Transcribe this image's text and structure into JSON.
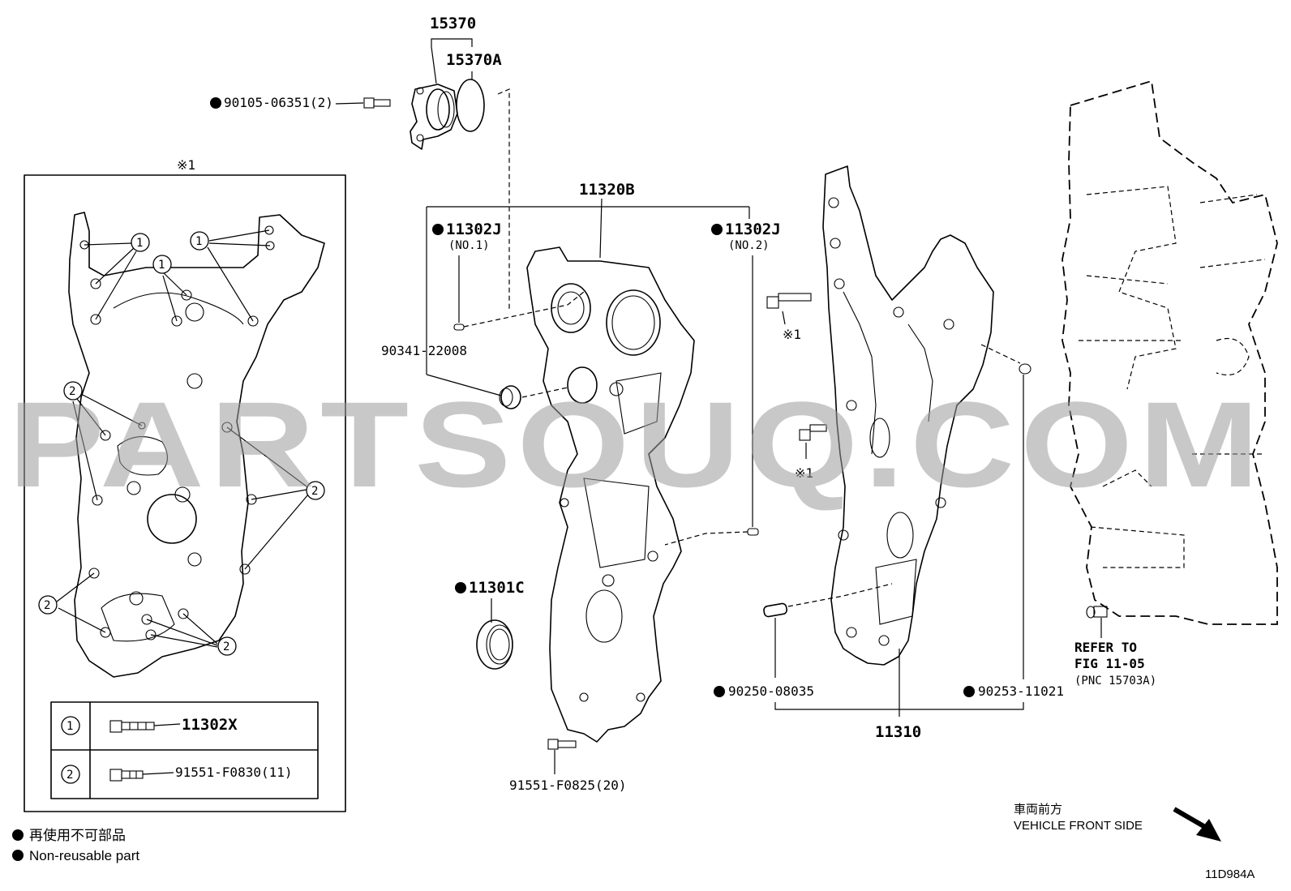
{
  "watermark": "PARTSOUQ.COM",
  "diagram_code": "11D984A",
  "inset": {
    "title": "※1",
    "legend": [
      {
        "marker": "1",
        "part": "11302X"
      },
      {
        "marker": "2",
        "part": "91551-F0830(11)"
      }
    ]
  },
  "callouts": {
    "p15370": "15370",
    "p15370A": "15370A",
    "p90105": "90105-06351(2)",
    "p11320B": "11320B",
    "p11302J_1": "11302J",
    "p11302J_1_sub": "(NO.1)",
    "p11302J_2": "11302J",
    "p11302J_2_sub": "(NO.2)",
    "p90341": "90341-22008",
    "p11301C": "11301C",
    "p91551_F0825": "91551-F0825(20)",
    "ref_note1": "※1",
    "ref_note2": "※1",
    "p90250": "90250-08035",
    "p90253": "90253-11021",
    "p11310": "11310",
    "refer_line1": "REFER TO",
    "refer_line2": "FIG 11-05",
    "refer_line3": "(PNC 15703A)"
  },
  "notes": {
    "non_reusable_jp": "再使用不可部品",
    "non_reusable_en": "Non-reusable part",
    "direction_jp": "車両前方",
    "direction_en": "VEHICLE FRONT SIDE"
  }
}
